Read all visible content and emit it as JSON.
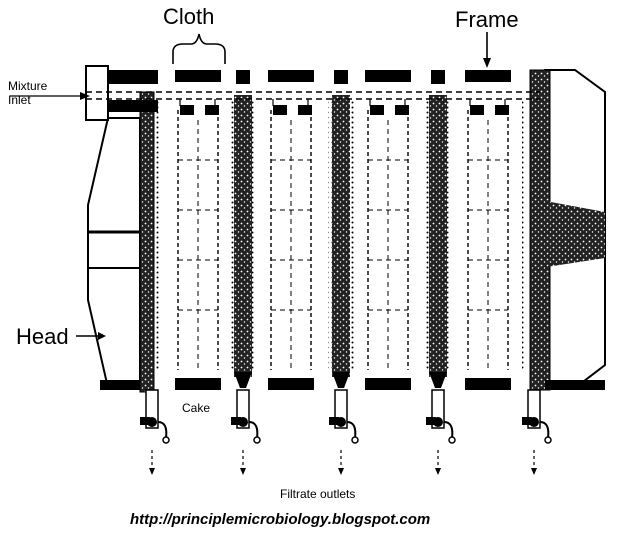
{
  "labels": {
    "cloth": "Cloth",
    "frame": "Frame",
    "mixture_line1": "Mixture",
    "mixture_line2": "Inlet",
    "head": "Head",
    "cake": "Cake",
    "filtrate": "Filtrate outlets",
    "url": "http://principlemicrobiology.blogspot.com"
  },
  "colors": {
    "ink": "#000000",
    "paper": "#ffffff"
  }
}
